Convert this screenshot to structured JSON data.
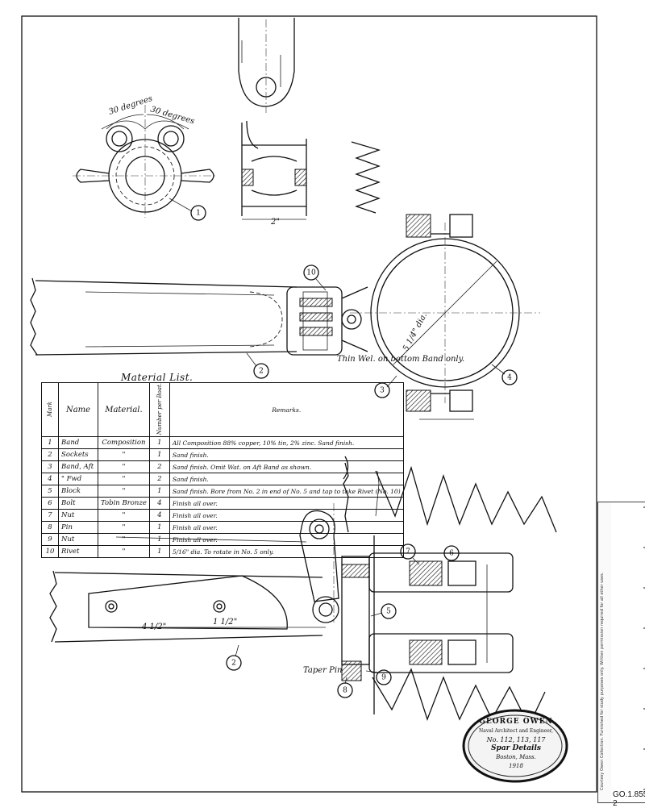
{
  "drawing": {
    "material_list_title": "Material List.",
    "columns": [
      "Mark",
      "Name",
      "Material.",
      "Number per Boat.",
      "Remarks."
    ],
    "rows": [
      {
        "mark": "1",
        "name": "Band",
        "material": "Composition",
        "number": "1",
        "remarks": "All Composition 88% copper, 10% tin, 2% zinc. Sand finish."
      },
      {
        "mark": "2",
        "name": "Sockets",
        "material": "\"",
        "number": "1",
        "remarks": "Sand finish."
      },
      {
        "mark": "3",
        "name": "Band, Aft",
        "material": "\"",
        "number": "2",
        "remarks": "Sand finish. Omit Wat. on Aft Band as shown."
      },
      {
        "mark": "4",
        "name": "\" Fwd",
        "material": "\"",
        "number": "2",
        "remarks": "Sand finish."
      },
      {
        "mark": "5",
        "name": "Block",
        "material": "\"",
        "number": "1",
        "remarks": "Sand finish. Bore from No. 2 in end of No. 5 and tap to take Rivet (No. 10)"
      },
      {
        "mark": "6",
        "name": "Bolt",
        "material": "Tobin Bronze",
        "number": "4",
        "remarks": "Finish all over."
      },
      {
        "mark": "7",
        "name": "Nut",
        "material": "\"",
        "number": "4",
        "remarks": "Finish all over."
      },
      {
        "mark": "8",
        "name": "Pin",
        "material": "\"",
        "number": "1",
        "remarks": "Finish all over."
      },
      {
        "mark": "9",
        "name": "Nut",
        "material": "\"",
        "number": "1",
        "remarks": "Finish all over."
      },
      {
        "mark": "10",
        "name": "Rivet",
        "material": "\"",
        "number": "1",
        "remarks": "5/16\" dia. To rotate in No. 5 only."
      }
    ],
    "callouts": [
      "1",
      "2",
      "3",
      "4",
      "10",
      "7",
      "6",
      "5",
      "2",
      "8",
      "9"
    ],
    "notes": {
      "weld_note": "Thin Wel. on bottom Band only.",
      "angle_left": "30 degrees",
      "angle_right": "30 degrees",
      "taper_pin": "Taper Pin",
      "dim_2": "2\"",
      "dim_4_5": "4 1/2\"",
      "dim_1_5": "1 1/2\"",
      "dim_dia": "5 1/4\" dia."
    }
  },
  "stamp": {
    "name": "GEORGE OWEN",
    "subtitle": "Naval Architect and Engineer,",
    "numbers": "No. 112, 113, 117",
    "title": "Spar Details",
    "location": "Boston, Mass.",
    "date": "1918"
  },
  "plate_id": "GO.1.855",
  "plate_suffix": "2",
  "ruler_note": "Courtesy Owen Collection. Furnished for study purposes only. Written permission required for all other uses."
}
